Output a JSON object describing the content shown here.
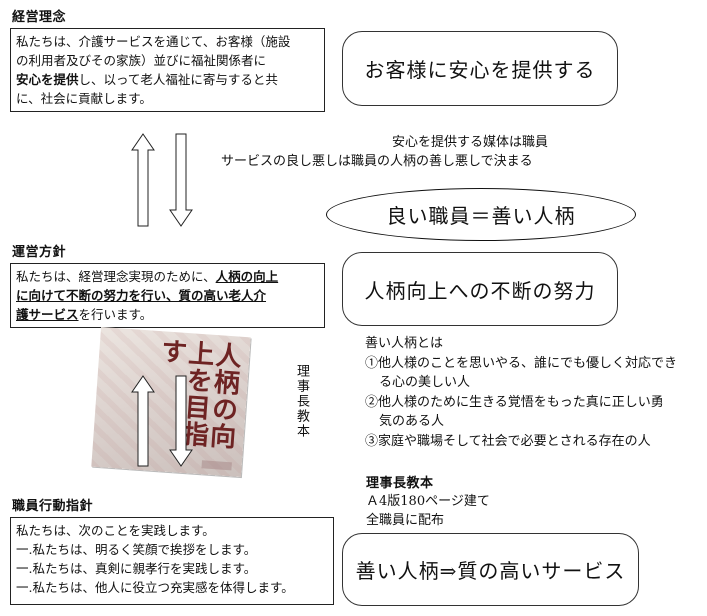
{
  "philosophy": {
    "heading": "経営理念",
    "line1": "私たちは、介護サービスを通じて、お客様（施設",
    "line2": "の利用者及びその家族）並びに福祉関係者に",
    "line3_bold": "安心を提供",
    "line3_rest": "し、以って老人福祉に寄与すると共",
    "line4": "に、社会に貢献します。"
  },
  "policy": {
    "heading": "運営方針",
    "line1_pre": "私たちは、経営理念実現のために、",
    "line1_bold": "人柄の向上",
    "line2_bold": "に向けて不断の努力を行い、質の高い老人介",
    "line3_bold": "護サービス",
    "line3_rest": "を行います。"
  },
  "conduct": {
    "heading": "職員行動指針",
    "lines": [
      "私たちは、次のことを実践します。",
      "一.私たちは、明るく笑顔で挨拶をします。",
      "一.私たちは、真剣に親孝行を実践します。",
      "一.私たちは、他人に役立つ充実感を体得します。"
    ]
  },
  "right": {
    "box1": "お客様に安心を提供する",
    "media_line1": "安心を提供する媒体は職員",
    "media_line2": "サービスの良し悪しは職員の人柄の善し悪しで決まる",
    "ellipse": "良い職員＝善い人柄",
    "box2": "人柄向上への不断の努力",
    "good_title": "善い人柄とは",
    "good_items": [
      "①他人様のことを思いやる、誰にでも優しく対応でき",
      "る心の美しい人",
      "②他人様のために生きる覚悟をもった真に正しい勇",
      "気のある人",
      "③家庭や職場そして社会で必要とされる存在の人"
    ],
    "book_heading": "理事長教本",
    "book_line1": "Ａ4版180ページ建て",
    "book_line2": "全職員に配布",
    "box3": "善い人柄⇒質の高いサービス"
  },
  "book_cover": {
    "title": "人柄の向上を目指す",
    "vertical_caption": "理事長教本"
  }
}
